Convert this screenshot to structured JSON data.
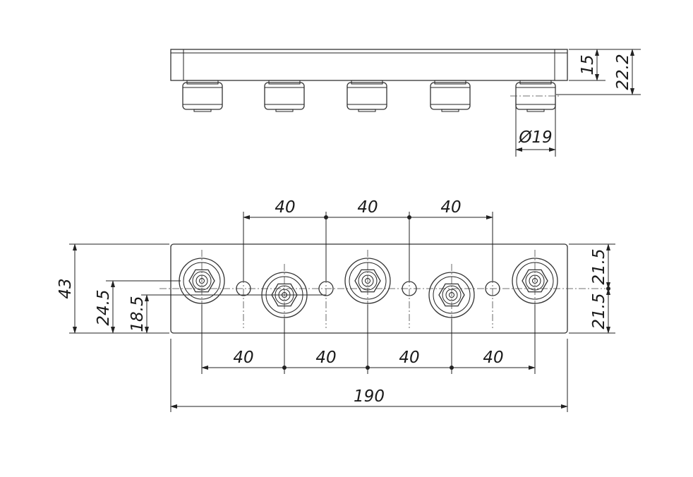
{
  "side_view": {
    "dim_plate_thickness": "15",
    "dim_total_height": "22.2",
    "dim_wheel_diameter": "Ø19"
  },
  "plan_view": {
    "top_spacings": [
      "40",
      "40",
      "40"
    ],
    "bottom_spacings": [
      "40",
      "40",
      "40",
      "40"
    ],
    "dim_overall_length": "190",
    "dim_width": "43",
    "dim_offset_a": "24.5",
    "dim_offset_b": "18.5",
    "dim_half_upper": "21.5",
    "dim_half_lower": "21.5"
  },
  "colors": {
    "line": "#222222",
    "plate_fill": "#ffffff"
  }
}
